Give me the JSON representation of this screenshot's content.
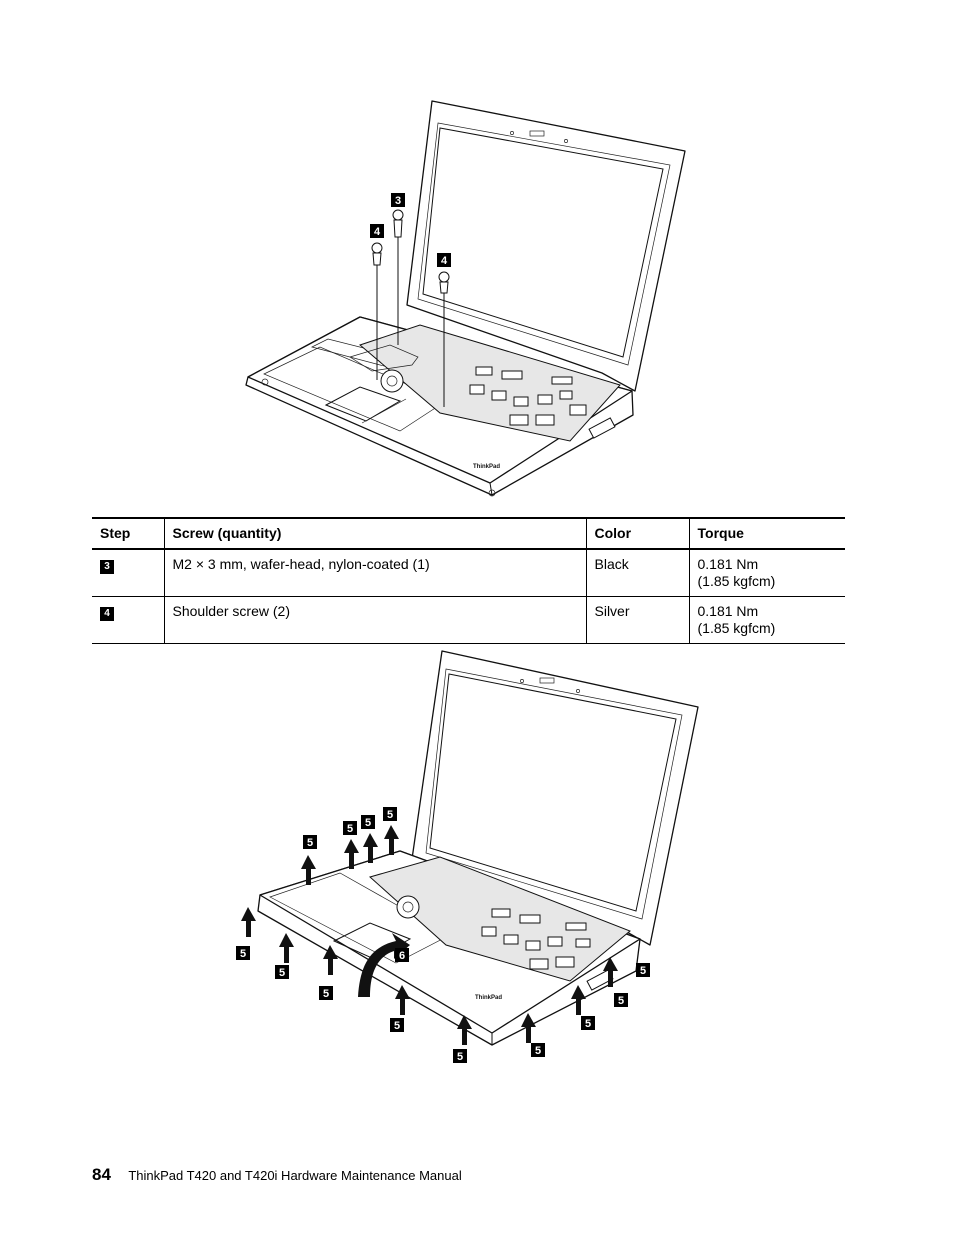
{
  "figure_top": {
    "callouts": [
      "3",
      "4",
      "4"
    ],
    "logo_text": "ThinkPad"
  },
  "table": {
    "headers": [
      "Step",
      "Screw (quantity)",
      "Color",
      "Torque"
    ],
    "rows": [
      {
        "step": "3",
        "screw": "M2 × 3 mm, wafer-head, nylon-coated (1)",
        "color": "Black",
        "torque_line1": "0.181 Nm",
        "torque_line2": "(1.85 kgfcm)"
      },
      {
        "step": "4",
        "screw": "Shoulder screw (2)",
        "color": "Silver",
        "torque_line1": "0.181 Nm",
        "torque_line2": "(1.85 kgfcm)"
      }
    ]
  },
  "figure_bottom": {
    "callouts": [
      "5",
      "5",
      "5",
      "5",
      "5",
      "5",
      "5",
      "6",
      "5",
      "5",
      "5",
      "5",
      "5",
      "5"
    ],
    "logo_text": "ThinkPad"
  },
  "footer": {
    "page_number": "84",
    "title": "ThinkPad T420 and T420i Hardware Maintenance Manual"
  }
}
